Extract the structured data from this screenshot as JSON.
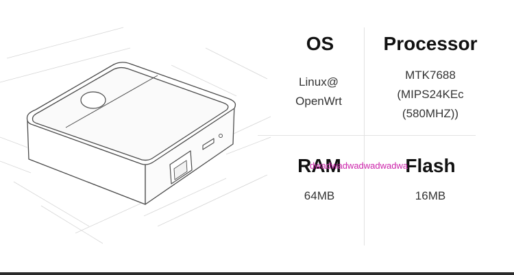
{
  "specs": {
    "os": {
      "title": "OS",
      "line1": "Linux@",
      "line2": "OpenWrt"
    },
    "processor": {
      "title": "Processor",
      "line1": "MTK7688",
      "line2": "(MIPS24KEc",
      "line3": "(580MHZ))"
    },
    "ram": {
      "title": "RAM",
      "value": "64MB"
    },
    "flash": {
      "title": "Flash",
      "value": "16MB"
    }
  },
  "watermark": "dwadwadwadwadwadwa",
  "colors": {
    "text": "#111111",
    "subtext": "#333333",
    "divider": "#e2e2e2",
    "watermark": "#cc22aa",
    "line_art": "#555555"
  }
}
